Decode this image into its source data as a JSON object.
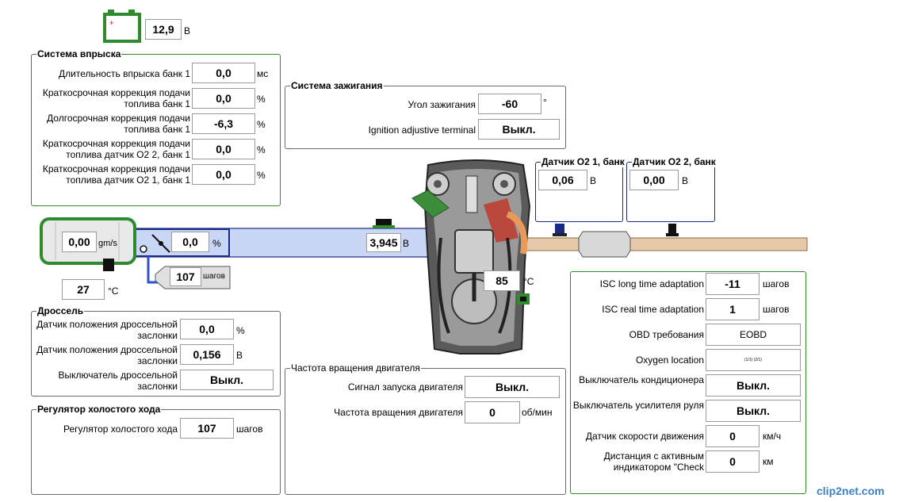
{
  "battery": {
    "value": "12,9",
    "unit": "В"
  },
  "injection": {
    "title": "Система впрыска",
    "rows": [
      {
        "label": "Длительность впрыска банк 1",
        "value": "0,0",
        "unit": "мс"
      },
      {
        "label": "Краткосрочная коррекция подачи топлива банк 1",
        "value": "0,0",
        "unit": "%"
      },
      {
        "label": "Долгосрочная коррекция подачи топлива банк 1",
        "value": "-6,3",
        "unit": "%"
      },
      {
        "label": "Краткосрочная коррекция подачи топлива датчик О2 2, банк 1",
        "value": "0,0",
        "unit": "%"
      },
      {
        "label": "Краткосрочная коррекция подачи топлива датчик О2 1, банк 1",
        "value": "0,0",
        "unit": "%"
      }
    ]
  },
  "ignition": {
    "title": "Система зажигания",
    "rows": [
      {
        "label": "Угол зажигания",
        "value": "-60",
        "unit": "°"
      },
      {
        "label": "Ignition adjustive terminal",
        "value": "Выкл.",
        "unit": ""
      }
    ]
  },
  "o2_1": {
    "title": "Датчик О2 1, банк",
    "value": "0,06",
    "unit": "В"
  },
  "o2_2": {
    "title": "Датчик О2 2, банк",
    "value": "0,00",
    "unit": "В"
  },
  "intake": {
    "maf_value": "0,00",
    "maf_unit": "gm/s",
    "air_temp": "27",
    "air_temp_unit": "°С",
    "throttle_value": "0,0",
    "throttle_unit": "%",
    "isc_steps": "107",
    "isc_unit": "шагов",
    "map_value": "3,945",
    "map_unit": "В"
  },
  "coolant": {
    "value": "85",
    "unit": "°С"
  },
  "throttle": {
    "title": "Дроссель",
    "rows": [
      {
        "label": "Датчик положения дроссельной заслонки",
        "value": "0,0",
        "unit": "%"
      },
      {
        "label": "Датчик положения дроссельной заслонки",
        "value": "0,156",
        "unit": "В"
      },
      {
        "label": "Выключатель дроссельной заслонки",
        "value": "Выкл.",
        "unit": ""
      }
    ]
  },
  "idle": {
    "title": "Регулятор холостого хода",
    "row": {
      "label": "Регулятор холостого хода",
      "value": "107",
      "unit": "шагов"
    }
  },
  "rpm": {
    "title": "Частота вращения двигателя",
    "rows": [
      {
        "label": "Сигнал запуска двигателя",
        "value": "Выкл.",
        "unit": ""
      },
      {
        "label": "Частота вращения двигателя",
        "value": "0",
        "unit": "об/мин"
      }
    ]
  },
  "right": {
    "rows": [
      {
        "label": "ISC long time adaptation",
        "value": "-11",
        "unit": "шагов"
      },
      {
        "label": "ISC real time adaptation",
        "value": "1",
        "unit": "шагов"
      },
      {
        "label": "OBD требования",
        "value": "EOBD",
        "unit": ""
      },
      {
        "label": "Oxygen location",
        "value": "(1/1) (2/1)",
        "unit": ""
      },
      {
        "label": "Выключатель кондиционера",
        "value": "Выкл.",
        "unit": ""
      },
      {
        "label": "Выключатель усилителя руля",
        "value": "Выкл.",
        "unit": ""
      },
      {
        "label": "Датчик скорости движения",
        "value": "0",
        "unit": "км/ч"
      },
      {
        "label": "Дистанция с активным индикатором \"Check",
        "value": "0",
        "unit": "км"
      }
    ]
  },
  "watermark": "clip2net.com",
  "colors": {
    "green": "#2e8b2e",
    "blue": "#1a2a8a",
    "intake": "#c9d6f5",
    "exhaust": "#e6c9a8"
  }
}
